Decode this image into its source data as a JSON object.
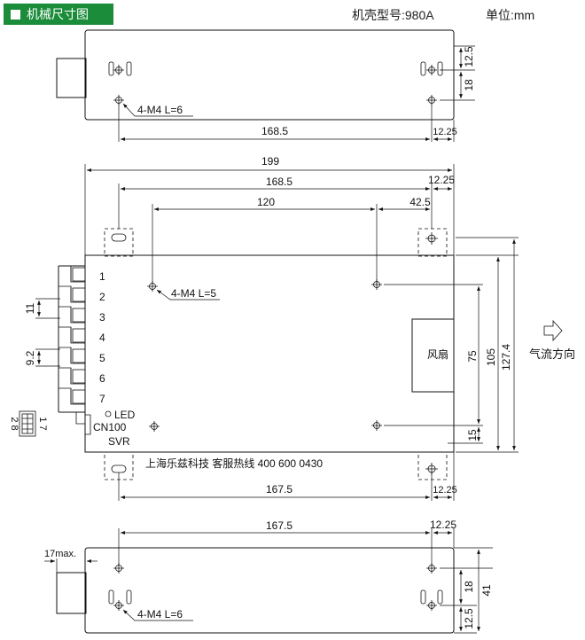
{
  "header": {
    "section_title": "机械尺寸图",
    "model": "机壳型号:980A",
    "unit": "单位:mm"
  },
  "top_view": {
    "dim_12_5": "12.5",
    "dim_18": "18",
    "screw_label": "4-M4 L=6",
    "dim_168_5": "168.5",
    "dim_12_25": "12.25"
  },
  "front_view": {
    "dim_199": "199",
    "dim_168_5": "168.5",
    "dim_12_25_top": "12.25",
    "dim_120": "120",
    "dim_42_5": "42.5",
    "screw_label": "4-M4 L=5",
    "pins": [
      "1",
      "2",
      "3",
      "4",
      "5",
      "6",
      "7"
    ],
    "dim_11": "11",
    "dim_9_2": "9.2",
    "connector_pins_left": "2 8",
    "connector_pins_right": "1 7",
    "led_label": "LED",
    "cn_label": "CN100",
    "svr_label": "SVR",
    "fan_label": "风扇",
    "dim_75": "75",
    "dim_105": "105",
    "dim_127_4": "127.4",
    "dim_15": "15",
    "airflow_label": "气流方向",
    "company_line": "上海乐兹科技 客服热线 400 600 0430",
    "dim_167_5": "167.5",
    "dim_12_25_bottom": "12.25"
  },
  "bottom_view": {
    "dim_167_5": "167.5",
    "dim_12_25": "12.25",
    "dim_17max": "17max.",
    "dim_18": "18",
    "dim_41": "41",
    "dim_12_5": "12.5",
    "screw_label": "4-M4 L=6"
  }
}
